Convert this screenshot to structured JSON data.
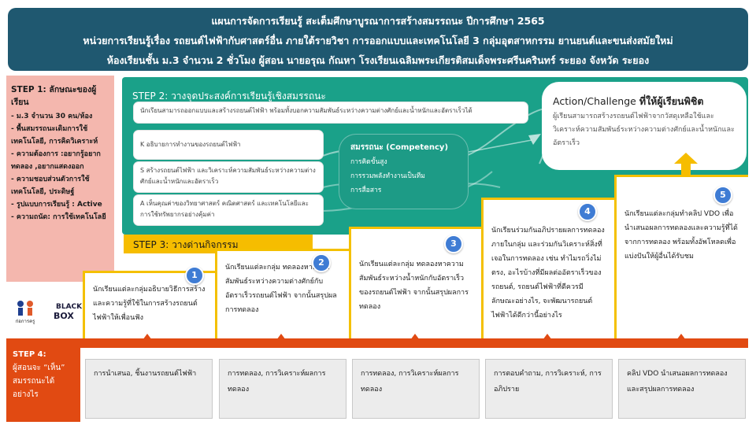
{
  "header": {
    "line1": "แผนการจัดการเรียนรู้ สะเต็มศึกษาบูรณาการสร้างสมรรถนะ ปีการศึกษา 2565",
    "line2": "หน่วยการเรียนรู้เรื่อง รถยนต์ไฟฟ้ากับศาสตร์อื่น ภายใต้รายวิชา การออกแบบและเทคโนโลยี 3 กลุ่มอุตสาหกรรม ยานยนต์และขนส่งสมัยใหม่",
    "line3": "ห้องเรียนชั้น ม.3 จำนวน 2 ชั่วโมง ผู้สอน นายอรุณ กัณหา โรงเรียนเฉลิมพระเกียรติสมเด็จพระศรีนครินทร์ ระยอง จังหวัด ระยอง"
  },
  "step1": {
    "title": "STEP 1: ลักษณะของผู้เรียน",
    "items": [
      "- ม.3 จำนวน 30 คน/ห้อง",
      "- พื้นสมรรถนะเดิมการใช้เทคโนโลยี, การคิดวิเคราะห์",
      "- ความต้องการ :อยากรู้อยากทดลอง ,อยากแสดงออก",
      "- ความชอบส่วนตัวการใช้เทคโนโลยี, ประดิษฐ์",
      "- รูปแบบการเรียนรู้ : Active",
      "- ความถนัด: การใช้เทคโนโลยี"
    ]
  },
  "logos": {
    "left": "ก่อการครู",
    "right": "BLACK BOX"
  },
  "step2": {
    "title": "STEP 2: วางจุดประสงค์การเรียนรู้เชิงสมรรถนะ",
    "objective_main": "นักเรียนสามารถออกแบบและสร้างรถยนต์ไฟฟ้า พร้อมทั้งบอกความสัมพันธ์ระหว่างความต่างศักย์และน้ำหนักและอัตราเร็วได้",
    "k": "K อธิบายการทำงานของรถยนต์ไฟฟ้า",
    "s": "S สร้างรถยนต์ไฟฟ้า และวิเคราะห์ความสัมพันธ์ระหว่างความต่างศักย์และน้ำหนักและอัตราเร็ว",
    "a": "A เห็นคุณค่าของวิทยาศาสตร์ คณิตศาสตร์ และเทคโนโลยีและการใช้ทรัพยากรอย่างคุ้มค่า",
    "competency_title": "สมรรถนะ (Competency)",
    "competencies": [
      "การคิดขั้นสูง",
      "การรวมพลังทำงานเป็นทีม",
      "การสื่อสาร"
    ]
  },
  "action": {
    "title_plain": "Action/Challenge ",
    "title_bold": "ที่ให้ผู้เรียนพิชิต",
    "text": "ผู้เรียนสามารถสร้างรถยนต์ไฟฟ้าจากวัสดุเหลือใช้และวิเคราะห์ความสัมพันธ์ระหว่างความต่างศักย์และน้ำหนักและอัตราเร็ว"
  },
  "step3": {
    "title": "STEP 3: วางด่านกิจกรรม"
  },
  "activities": [
    {
      "num": "1",
      "text": "นักเรียนแต่ละกลุ่มอธิบายวิธีการสร้าง และความรู้ที่ใช้ในการสร้างรถยนต์ไฟฟ้าให้เพื่อนฟัง"
    },
    {
      "num": "2",
      "text": "นักเรียนแต่ละกลุ่ม ทดลองหาความสัมพันธ์ระหว่างความต่างศักย์กับอัตราเร็วรถยนต์ไฟฟ้า จากนั้นสรุปผลการทดลอง"
    },
    {
      "num": "3",
      "text": "นักเรียนแต่ละกลุ่ม ทดลองหาความสัมพันธ์ระหว่างน้ำหนักกับอัตราเร็วของรถยนต์ไฟฟ้า จากนั้นสรุปผลการทดลอง"
    },
    {
      "num": "4",
      "text": "นักเรียนร่วมกันอภิปรายผลการทดลองภายในกลุ่ม และร่วมกันวิเคราะห์สิ่งที่เจอในการทดลอง เช่น ทำไมรถวิ่งไม่ตรง, อะไรบ้างที่มีผลต่ออัตราเร็วของรถยนต์, รถยนต์ไฟฟ้าที่ดีควรมีลักษณะอย่างไร, จะพัฒนารถยนต์ไฟฟ้าได้ดีกว่านี้อย่างไร"
    },
    {
      "num": "5",
      "text": "นักเรียนแต่ละกลุ่มทำคลิป VDO เพื่อนำเสนอผลการทดลองและความรู้ที่ได้จากการทดลอง พร้อมทั้งอัพโหลดเพื่อแบ่งปันให้ผู้อื่นได้รับชม"
    }
  ],
  "step4": {
    "title": "STEP 4:",
    "text": "ผู้สอนจะ “เห็น” สมรรถนะได้อย่างไร"
  },
  "evidence": [
    "การนำเสนอ, ชิ้นงานรถยนต์ไฟฟ้า",
    "การทดลอง, การวิเคราะห์ผลการทดลอง",
    "การทดลอง, การวิเคราะห์ผลการทดลอง",
    "การตอบคำถาม, การวิเคราะห์, การอภิปราย",
    "คลิป VDO นำเสนอผลการทดลองและสรุปผลการทดลอง"
  ],
  "colors": {
    "header": "#1f5870",
    "step1": "#f4b7ae",
    "step2": "#1aa189",
    "step3": "#f6bd00",
    "step4": "#e14a12",
    "badge": "#3f7cd4"
  }
}
